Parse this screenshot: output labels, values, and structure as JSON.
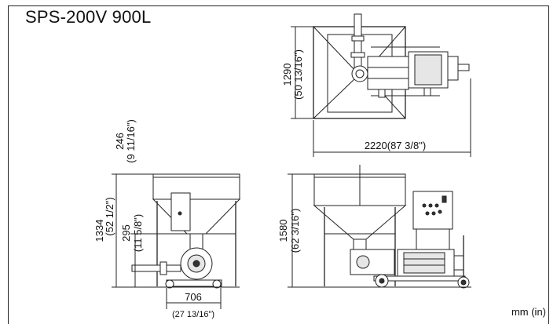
{
  "title": "SPS-200V 900L",
  "units_note": "mm (in)",
  "dimensions": {
    "top_depth": "1290",
    "top_depth_in": "(50 13/16\")",
    "top_width": "2220(87 3/8\")",
    "left_top_extra": "246",
    "left_top_extra_in": "(9 11/16\")",
    "left_height": "1334",
    "left_height_in": "(52 1/2\")",
    "left_mid": "295",
    "left_mid_in": "(11 5/8\")",
    "left_base": "706",
    "left_base_in": "(27 13/16\")",
    "front_height": "1580",
    "front_height_in": "(62 3/16\")"
  }
}
